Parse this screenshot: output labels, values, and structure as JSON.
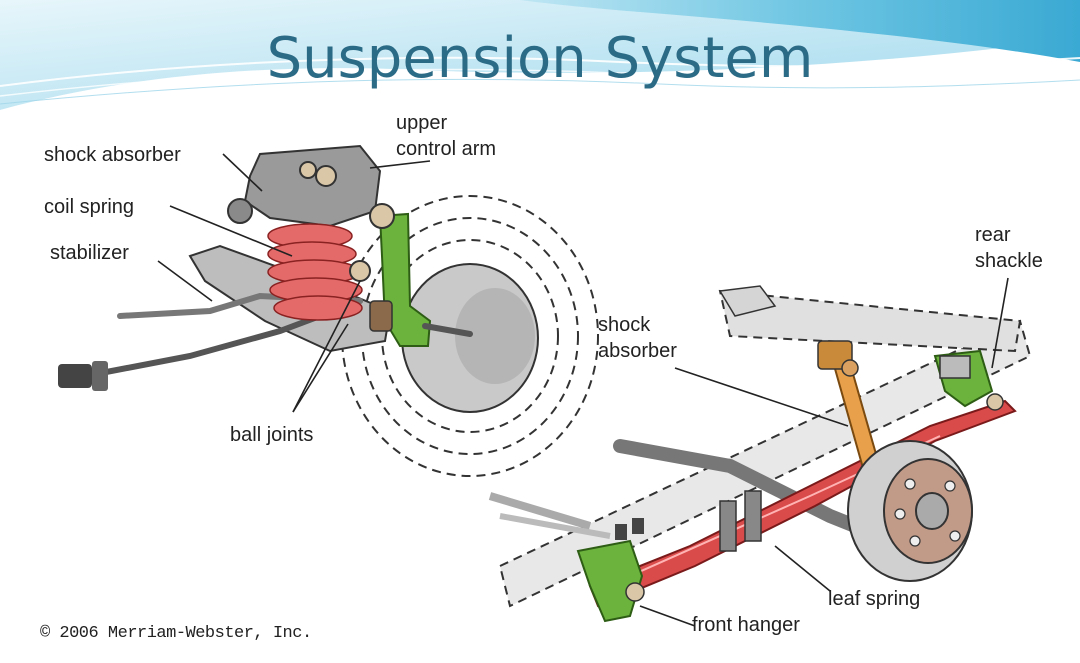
{
  "slide": {
    "title": "Suspension System",
    "copyright": "© 2006 Merriam-Webster, Inc."
  },
  "labels": {
    "shock_absorber_front": "shock absorber",
    "upper_control_arm_1": "upper",
    "upper_control_arm_2": "control arm",
    "coil_spring": "coil spring",
    "stabilizer": "stabilizer",
    "ball_joints": "ball joints",
    "rear_shackle_1": "rear",
    "rear_shackle_2": "shackle",
    "shock_absorber_rear_1": "shock",
    "shock_absorber_rear_2": "absorber",
    "leaf_spring": "leaf spring",
    "front_hanger": "front hanger"
  },
  "colors": {
    "title": "#2c6b86",
    "spring_red": "#e05555",
    "bracket_green": "#6bb33c",
    "shock_orange": "#e8a04a",
    "part_gray": "#cfcfcf"
  }
}
